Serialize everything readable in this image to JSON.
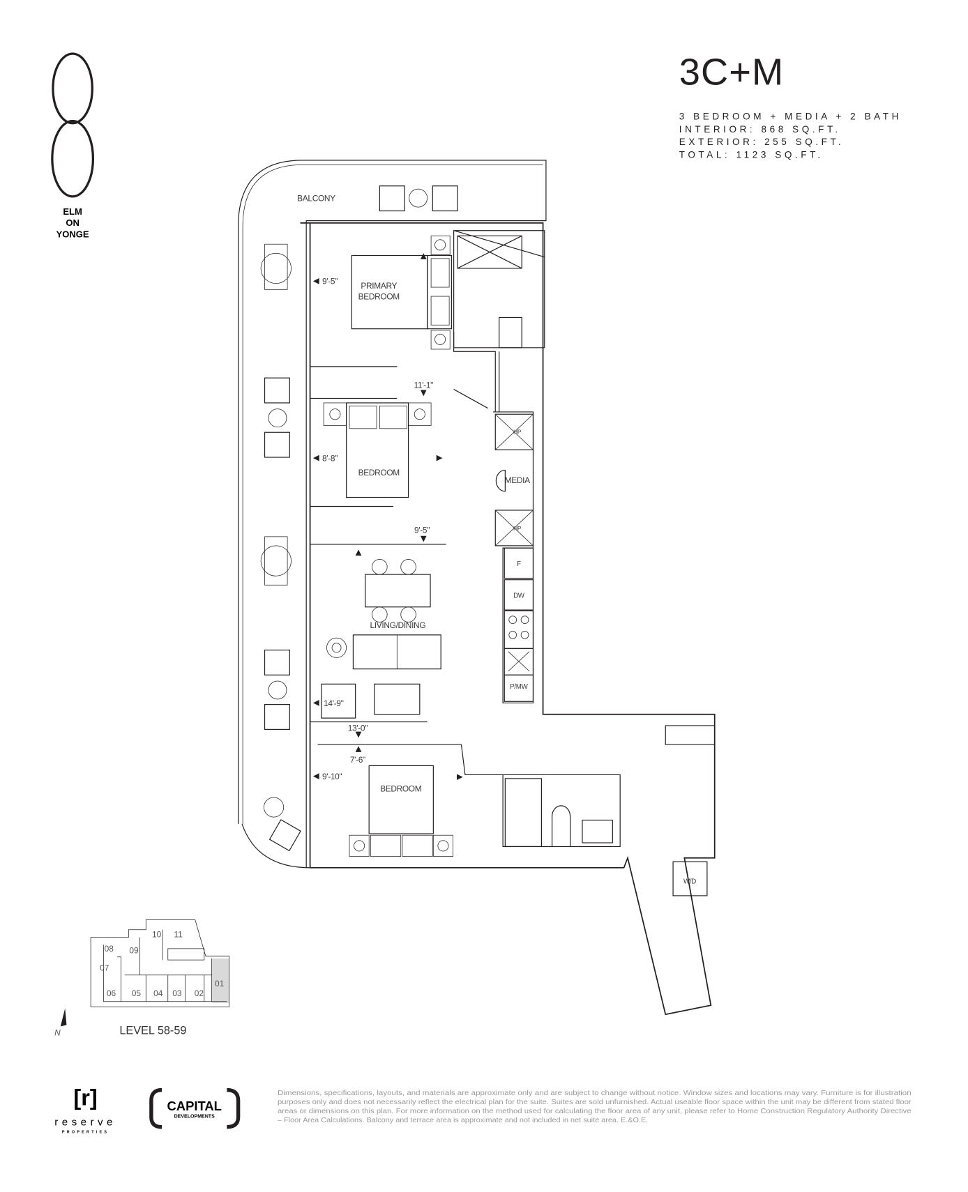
{
  "brand": {
    "logo_mark": "8",
    "logo_lines": [
      "ELM",
      "ON",
      "YONGE"
    ]
  },
  "unit": {
    "title": "3C+M",
    "specs": [
      "3 BEDROOM + MEDIA + 2 BATH",
      "INTERIOR: 868 SQ.FT.",
      "EXTERIOR: 255 SQ.FT.",
      "TOTAL: 1123 SQ.FT."
    ]
  },
  "plan": {
    "rooms": {
      "balcony": "BALCONY",
      "primary_bedroom": [
        "PRIMARY",
        "BEDROOM"
      ],
      "bedroom_2": "BEDROOM",
      "bedroom_3": "BEDROOM",
      "media": "MEDIA",
      "living_dining": "LIVING/DINING"
    },
    "appliances": {
      "hp1": "HP",
      "hp2": "HP",
      "fridge": "F",
      "dishwasher": "DW",
      "pantry_mw": "P/MW",
      "washer_dryer": "W/D"
    },
    "dimensions": {
      "primary_width": "9'-5\"",
      "bedroom2_length": "11'-1\"",
      "bedroom2_width": "8'-8\"",
      "bedroom2_depth": "9'-5\"",
      "living_width": "14'-9\"",
      "living_length": "13'-0\"",
      "bedroom3_length": "7'-6\"",
      "bedroom3_width": "9'-10\""
    }
  },
  "keyplan": {
    "units": [
      "01",
      "02",
      "03",
      "04",
      "05",
      "06",
      "07",
      "08",
      "09",
      "10",
      "11"
    ],
    "highlighted": "01",
    "level": "LEVEL 58-59",
    "north": "N",
    "highlight_color": "#d9d9d9"
  },
  "footer": {
    "reserve_logo": {
      "mark": "[r]",
      "name": "reserve",
      "sub": "PROPERTIES"
    },
    "capital_logo": {
      "name": "CAPITAL",
      "sub": "DEVELOPMENTS"
    },
    "disclaimer": [
      "Dimensions, specifications, layouts, and materials are approximate only and are subject to change without notice. Window sizes and locations may vary. Furniture is for illustration",
      "purposes only and does not necessarily reflect the electrical plan for the suite. Suites are sold unfurnished. Actual useable floor space within the unit may be different from stated floor",
      "areas or dimensions on this plan. For more information on the method used for calculating the floor area of any unit, please refer to Home Construction Regulatory Authority Directive",
      "– Floor Area Calculations. Balcony and terrace area is approximate and not included in net suite area. E.&O.E."
    ]
  }
}
